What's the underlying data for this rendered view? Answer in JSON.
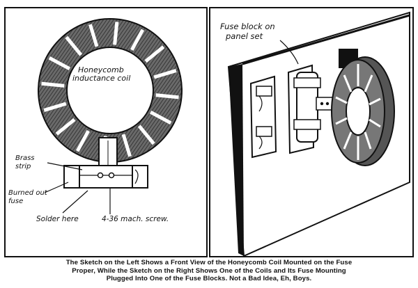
{
  "left_sketch": {
    "coil_label_line1": "Honeycomb",
    "coil_label_line2": "inductance coil",
    "brass_label_line1": "Brass",
    "brass_label_line2": "strip",
    "fuse_label_line1": "Burned out",
    "fuse_label_line2": "fuse",
    "solder_label": "Solder here",
    "screw_label": "4-36 mach. screw."
  },
  "right_sketch": {
    "fuse_block_label_line1": "Fuse block on",
    "fuse_block_label_line2": "panel set"
  },
  "caption": {
    "line1": "The Sketch on the Left Shows a Front View of the Honeycomb Coil Mounted on the Fuse",
    "line2": "Proper, While the Sketch on the Right Shows One of the Coils and Its Fuse Mounting",
    "line3": "Plugged Into One of the Fuse Blocks.  Not a Bad Idea, Eh, Boys."
  },
  "colors": {
    "ink": "#111111",
    "paper": "#ffffff",
    "coil_fill": "#555555"
  }
}
